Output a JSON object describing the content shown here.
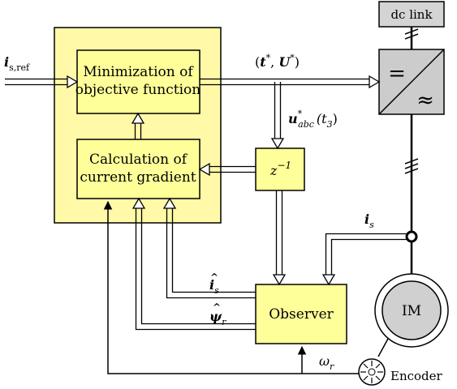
{
  "colors": {
    "controller_fill": "#fff9a8",
    "block_fill": "#ffff99",
    "converter_fill": "#cccccc",
    "dc_link_fill": "#d4d4d4",
    "motor_fill": "#d0d0d0",
    "line": "#000000"
  },
  "blocks": {
    "minimization": {
      "line1": "Minimization of",
      "line2": "objective function"
    },
    "gradient": {
      "line1": "Calculation of",
      "line2": "current gradient"
    },
    "delay": {
      "base": "z",
      "exp": "−1"
    },
    "observer": {
      "label": "Observer"
    },
    "dc_link": {
      "label": "dc link"
    },
    "converter": {
      "dc_symbol": "=",
      "ac_symbol": "≈"
    },
    "motor": {
      "label": "IM"
    },
    "encoder": {
      "label": "Encoder"
    }
  },
  "signals": {
    "i_ref": {
      "base": "i",
      "sub": "s,ref"
    },
    "t_U": {
      "open": "(",
      "t": "t",
      "star1": "*",
      "comma": ", ",
      "U": "U",
      "star2": "*",
      "close": ")"
    },
    "u_abc": {
      "base": "u",
      "sup": "*",
      "sub": "abc",
      "arg": "(t",
      "arg_sub": "3",
      "arg_close": ")"
    },
    "i_s_meas": {
      "base": "i",
      "sub": "s"
    },
    "i_s_hat": {
      "hat": "^",
      "base": "i",
      "sub": "s"
    },
    "psi_r_hat": {
      "hat": "^",
      "base": "ψ",
      "sub": "r"
    },
    "omega_r": {
      "base": "ω",
      "sub": "r"
    }
  }
}
